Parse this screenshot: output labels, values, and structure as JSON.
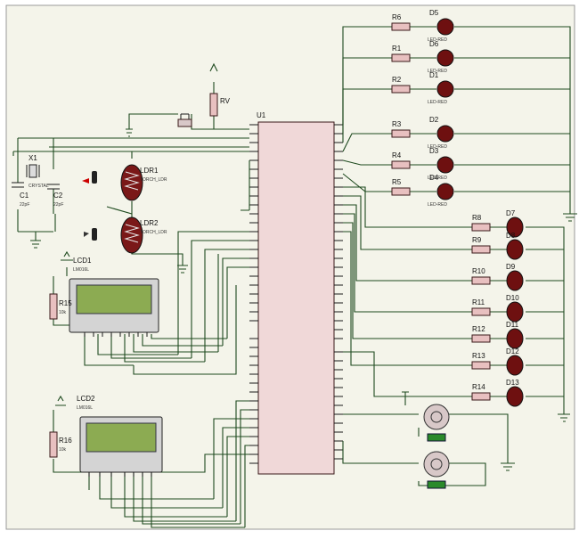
{
  "mcu": {
    "name": "U1"
  },
  "pot": {
    "name": "RV"
  },
  "crystal": {
    "name": "X1",
    "value": "CRYSTAL"
  },
  "capacitors": [
    {
      "name": "C1",
      "value": "22pF"
    },
    {
      "name": "C2",
      "value": "22pF"
    }
  ],
  "ldrs": [
    {
      "name": "LDR1",
      "value": "TORCH_LDR"
    },
    {
      "name": "LDR2",
      "value": "TORCH_LDR"
    }
  ],
  "lcds": [
    {
      "name": "LCD1",
      "value": "LM016L"
    },
    {
      "name": "LCD2",
      "value": "LM016L"
    }
  ],
  "pot_resistors": [
    {
      "name": "R15",
      "value": "10k"
    },
    {
      "name": "R16",
      "value": "10k"
    }
  ],
  "top_leds": [
    {
      "r": "R6",
      "d": "D5",
      "val": "LED-RED"
    },
    {
      "r": "R1",
      "d": "D6",
      "val": "LED-RED"
    },
    {
      "r": "R2",
      "d": "D1",
      "val": "LED-RED"
    },
    {
      "r": "R3",
      "d": "D2",
      "val": "LED-RED"
    },
    {
      "r": "R4",
      "d": "D3",
      "val": "LED-RED"
    },
    {
      "r": "R5",
      "d": "D4",
      "val": "LED-RED"
    }
  ],
  "right_leds": [
    {
      "r": "R8",
      "d": "D7"
    },
    {
      "r": "R9",
      "d": "D8"
    },
    {
      "r": "R10",
      "d": "D9"
    },
    {
      "r": "R11",
      "d": "D10"
    },
    {
      "r": "R12",
      "d": "D11"
    },
    {
      "r": "R13",
      "d": "D12"
    },
    {
      "r": "R14",
      "d": "D13"
    }
  ]
}
